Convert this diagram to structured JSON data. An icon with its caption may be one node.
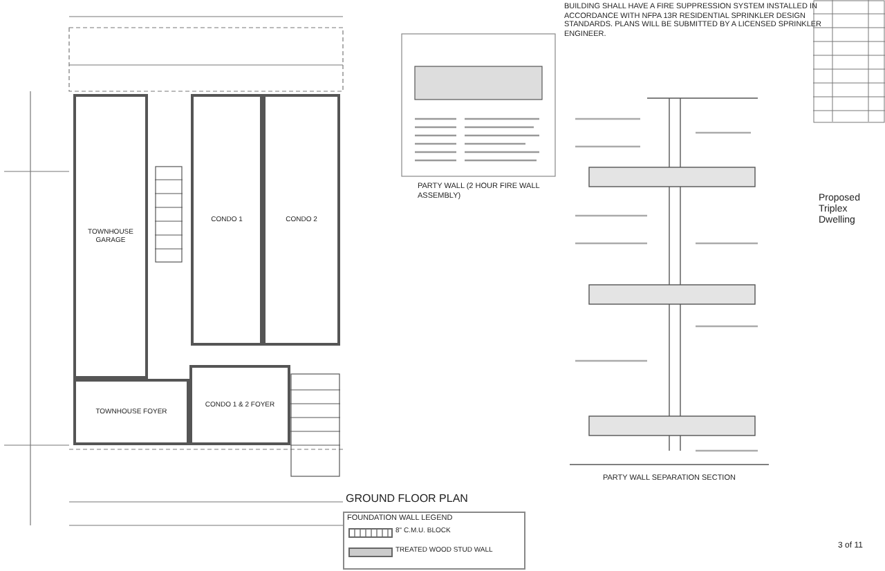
{
  "diagram": {
    "nodes": [
      {
        "text": [
          "TOWNHOUSE GARAGE"
        ]
      },
      {
        "text": [
          "CONDO 1"
        ]
      },
      {
        "text": [
          "CONDO 2"
        ]
      },
      {
        "text": [
          "TOWNHOUSE FOYER"
        ]
      },
      {
        "text": [
          "CONDO 1 & 2 FOYER"
        ]
      }
    ],
    "edges": [],
    "labels": [
      "BUILDING SHALL HAVE A FIRE SUPPRESSION SYSTEM INSTALLED IN ACCORDANCE WITH NFPA 13R RESIDENTIAL SPRINKLER DESIGN STANDARDS. PLANS WILL BE SUBMITTED BY A LICENSED SPRINKLER ENGINEER.",
      "PARTY WALL (2 HOUR FIRE WALL ASSEMBLY)",
      "PARTY WALL SEPARATION SECTION",
      "GROUND FLOOR PLAN",
      "FOUNDATION WALL LEGEND",
      "Proposed Triplex Dwelling",
      "3 of 11"
    ],
    "legend": [
      {
        "text": "8\" C.M.U. BLOCK"
      },
      {
        "text": "TREATED WOOD STUD WALL"
      }
    ]
  }
}
